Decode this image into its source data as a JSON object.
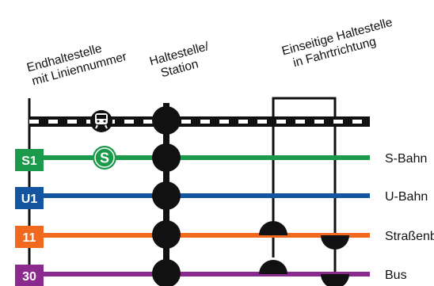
{
  "headers": {
    "terminus": [
      "Endhaltestelle",
      "mit Liniennummer"
    ],
    "station": [
      "Haltestelle/",
      "Station"
    ],
    "one_sided": [
      "Einseitige Haltestelle",
      "in Fahrtrichtung"
    ]
  },
  "lines": [
    {
      "id": "s1",
      "badge": "S1",
      "label": "S-Bahn",
      "color": "#1a9a4a"
    },
    {
      "id": "u1",
      "badge": "U1",
      "label": "U-Bahn",
      "color": "#1455a0"
    },
    {
      "id": "tram",
      "badge": "11",
      "label": "Straßenbahn",
      "color": "#f0691e"
    },
    {
      "id": "bus",
      "badge": "30",
      "label": "Bus",
      "color": "#8a2a8e"
    }
  ],
  "railway": {
    "icon": "train-icon",
    "color": "#111111"
  },
  "sbahn_symbol": {
    "letter": "S",
    "icon": "s-bahn-logo-icon"
  }
}
